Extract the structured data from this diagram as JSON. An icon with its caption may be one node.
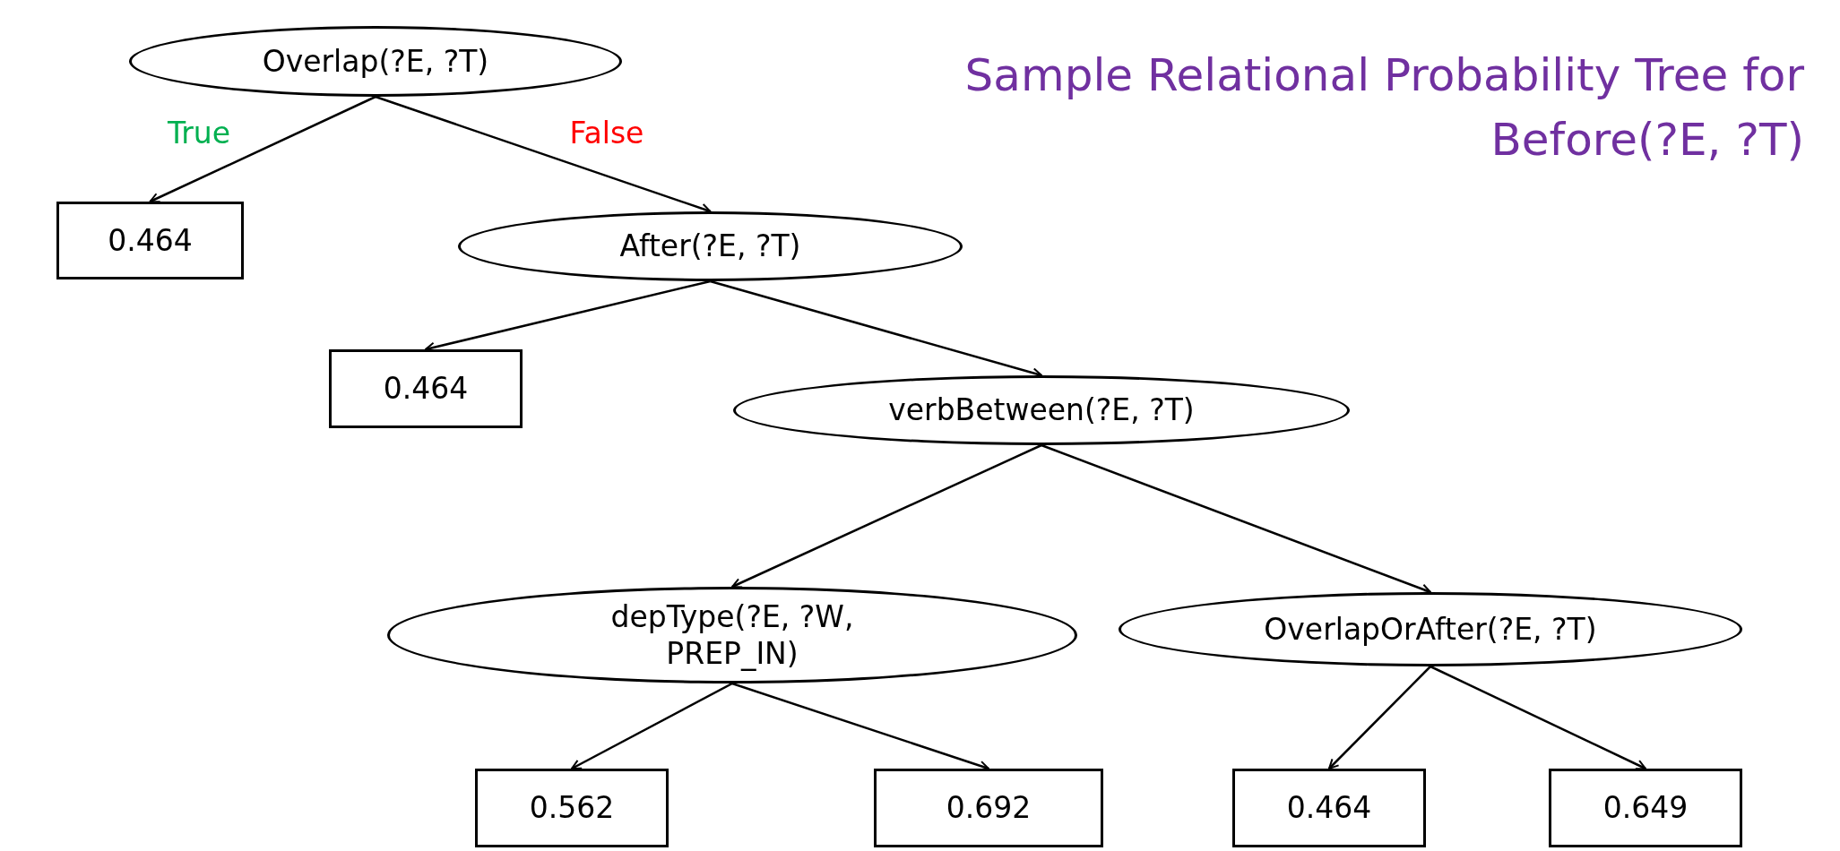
{
  "diagram": {
    "title": "Sample Relational Probability Tree for Before(?E, ?T)",
    "nodes": [
      {
        "text": [
          "Overlap(?E, ?T)"
        ]
      },
      {
        "text": [
          "0.464"
        ]
      },
      {
        "text": [
          "After(?E, ?T)"
        ]
      },
      {
        "text": [
          "0.464"
        ]
      },
      {
        "text": [
          "verbBetween(?E, ?T)"
        ]
      },
      {
        "text": [
          "depType(?E, ?W, PREP_IN)"
        ]
      },
      {
        "text": [
          "OverlapOrAfter(?E, ?T)"
        ]
      },
      {
        "text": [
          "0.562"
        ]
      },
      {
        "text": [
          "0.692"
        ]
      },
      {
        "text": [
          "0.464"
        ]
      },
      {
        "text": [
          "0.649"
        ]
      }
    ],
    "edges": [
      {
        "from": 0,
        "to": 1,
        "arrow": "to",
        "label": "True"
      },
      {
        "from": 0,
        "to": 2,
        "arrow": "to",
        "label": "False"
      },
      {
        "from": 2,
        "to": 3,
        "arrow": "to"
      },
      {
        "from": 2,
        "to": 4,
        "arrow": "to"
      },
      {
        "from": 4,
        "to": 5,
        "arrow": "to"
      },
      {
        "from": 4,
        "to": 6,
        "arrow": "to"
      },
      {
        "from": 5,
        "to": 7,
        "arrow": "to"
      },
      {
        "from": 5,
        "to": 8,
        "arrow": "to"
      },
      {
        "from": 6,
        "to": 9,
        "arrow": "to"
      },
      {
        "from": 6,
        "to": 10,
        "arrow": "to"
      }
    ]
  }
}
